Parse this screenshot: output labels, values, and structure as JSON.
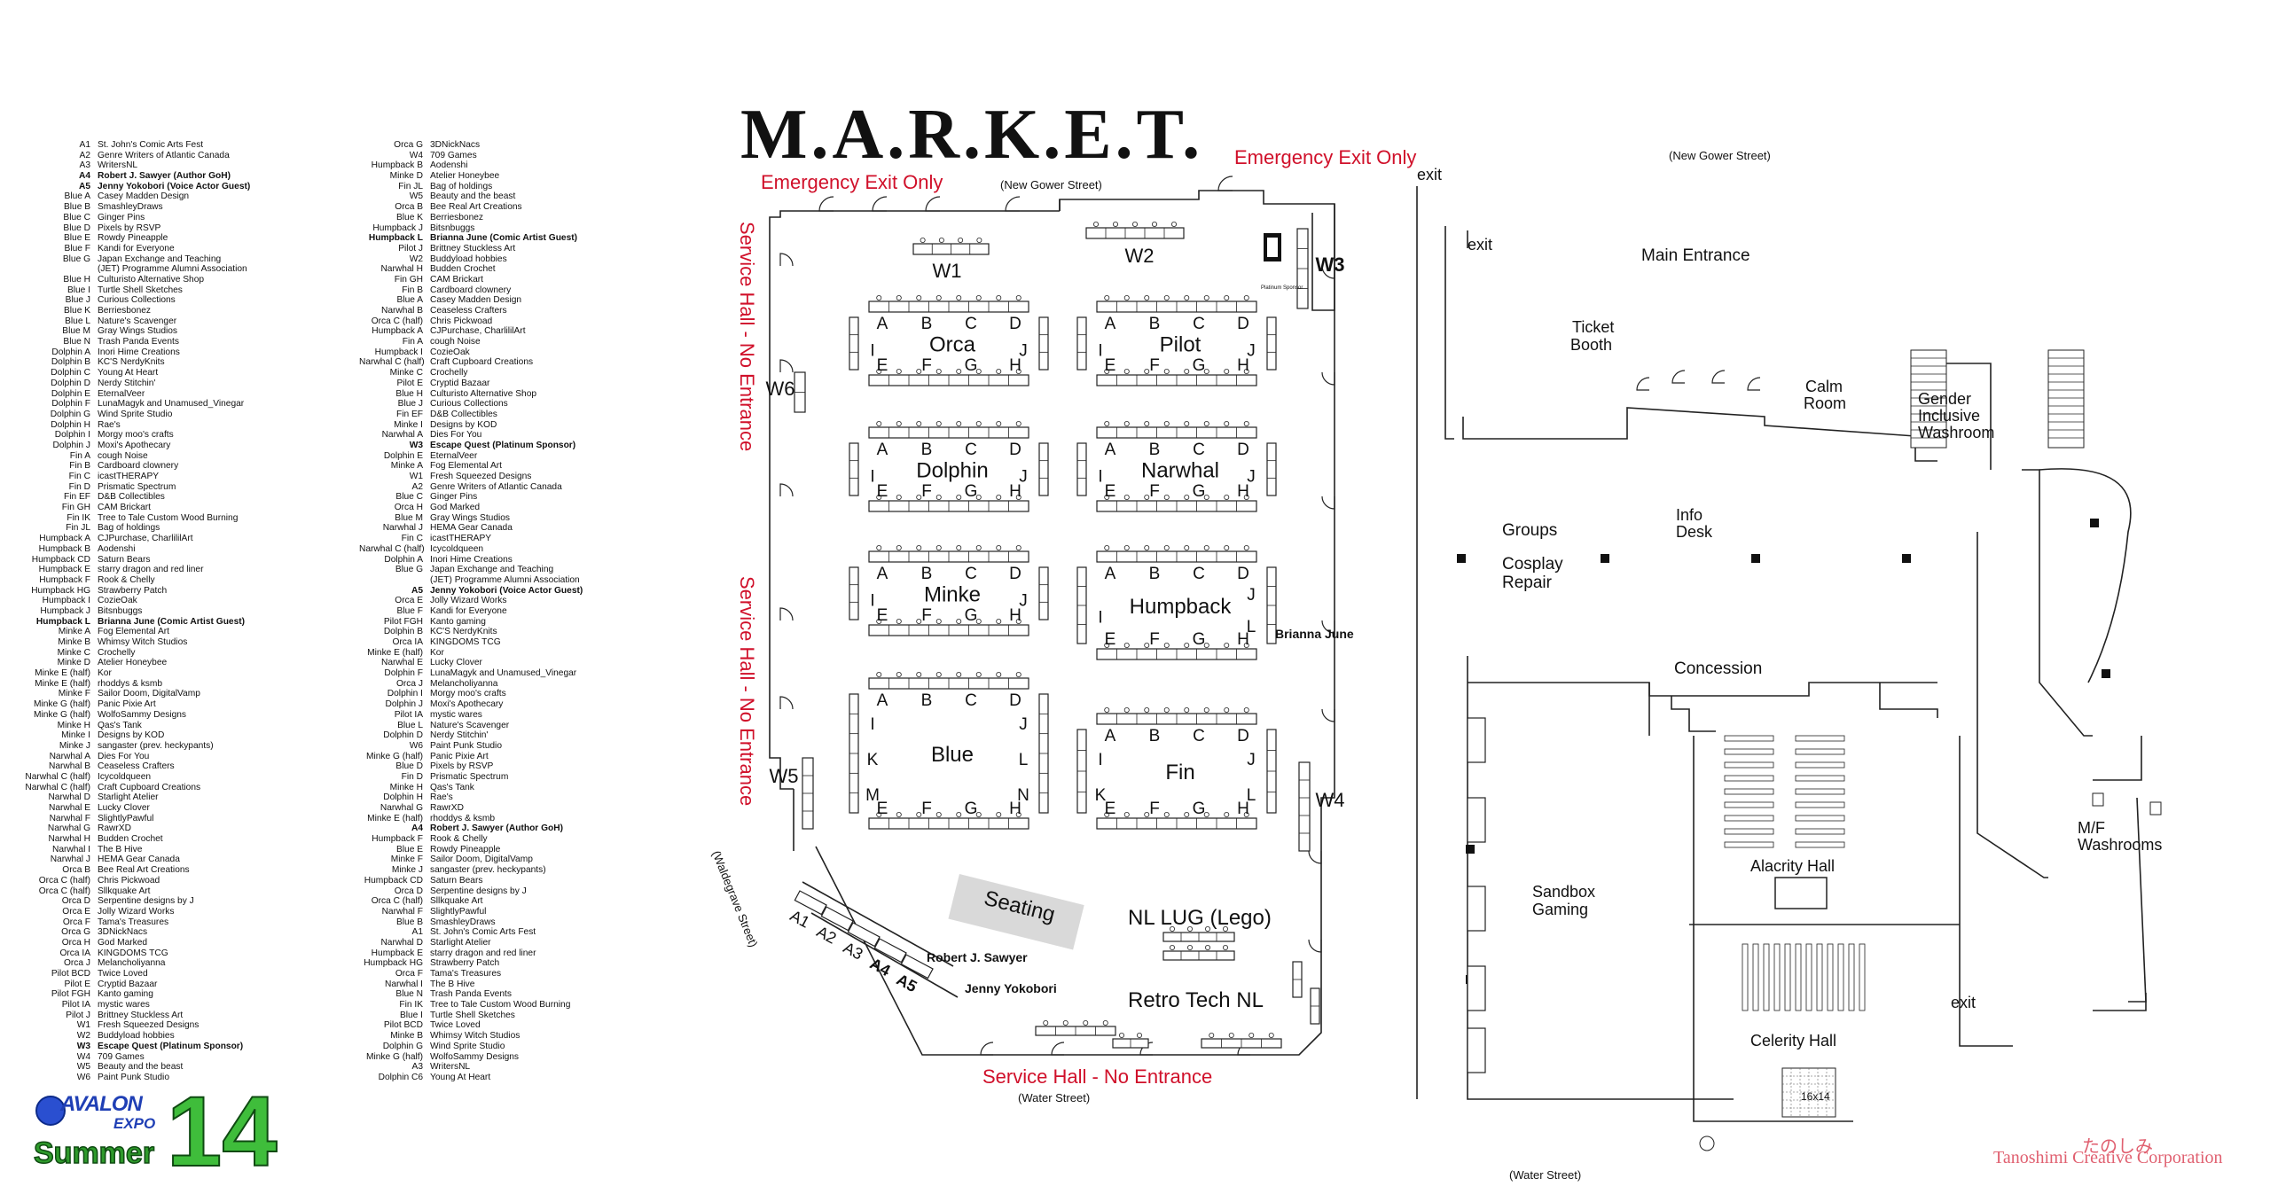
{
  "legend_left": [
    {
      "code": "A1",
      "name": "St. John's Comic Arts Fest"
    },
    {
      "code": "A2",
      "name": "Genre Writers of Atlantic Canada"
    },
    {
      "code": "A3",
      "name": "WritersNL"
    },
    {
      "code": "A4",
      "name": "Robert J. Sawyer (Author GoH)",
      "bold": true
    },
    {
      "code": "A5",
      "name": "Jenny Yokobori (Voice Actor Guest)",
      "bold": true
    },
    {
      "code": "Blue A",
      "name": "Casey Madden Design"
    },
    {
      "code": "Blue B",
      "name": "SmashleyDraws"
    },
    {
      "code": "Blue C",
      "name": "Ginger Pins"
    },
    {
      "code": "Blue D",
      "name": "Pixels by RSVP"
    },
    {
      "code": "Blue E",
      "name": "Rowdy Pineapple"
    },
    {
      "code": "Blue F",
      "name": "Kandi for Everyone"
    },
    {
      "code": "Blue G",
      "name": "Japan Exchange and Teaching"
    },
    {
      "code": "",
      "name": "(JET) Programme Alumni Association",
      "cont": true
    },
    {
      "code": "Blue H",
      "name": "Culturisto Alternative Shop"
    },
    {
      "code": "Blue I",
      "name": "Turtle Shell Sketches"
    },
    {
      "code": "Blue J",
      "name": "Curious Collections"
    },
    {
      "code": "Blue K",
      "name": "Berriesbonez"
    },
    {
      "code": "Blue L",
      "name": "Nature's Scavenger"
    },
    {
      "code": "Blue M",
      "name": "Gray Wings Studios"
    },
    {
      "code": "Blue N",
      "name": "Trash Panda Events"
    },
    {
      "code": "Dolphin A",
      "name": "Inori Hime Creations"
    },
    {
      "code": "Dolphin B",
      "name": "KC'S NerdyKnits"
    },
    {
      "code": "Dolphin C",
      "name": "Young At Heart"
    },
    {
      "code": "Dolphin D",
      "name": "Nerdy Stitchin'"
    },
    {
      "code": "Dolphin E",
      "name": "EternalVeer"
    },
    {
      "code": "Dolphin F",
      "name": "LunaMagyk and Unamused_Vinegar"
    },
    {
      "code": "Dolphin G",
      "name": "Wind Sprite Studio"
    },
    {
      "code": "Dolphin H",
      "name": "Rae's"
    },
    {
      "code": "Dolphin I",
      "name": "Morgy moo's crafts"
    },
    {
      "code": "Dolphin J",
      "name": "Moxi's Apothecary"
    },
    {
      "code": "Fin A",
      "name": "cough Noise"
    },
    {
      "code": "Fin B",
      "name": "Cardboard clownery"
    },
    {
      "code": "Fin C",
      "name": "icastTHERAPY"
    },
    {
      "code": "Fin D",
      "name": "Prismatic Spectrum"
    },
    {
      "code": "Fin EF",
      "name": "D&B Collectibles"
    },
    {
      "code": "Fin GH",
      "name": "CAM Brickart"
    },
    {
      "code": "Fin IK",
      "name": "Tree to Tale Custom Wood Burning"
    },
    {
      "code": "Fin JL",
      "name": "Bag of holdings"
    },
    {
      "code": "Humpback A",
      "name": "CJPurchase, CharlililArt"
    },
    {
      "code": "Humpback B",
      "name": "Aodenshi"
    },
    {
      "code": "Humpback CD",
      "name": "Saturn Bears"
    },
    {
      "code": "Humpback E",
      "name": "starry dragon and red liner"
    },
    {
      "code": "Humpback F",
      "name": "Rook & Chelly"
    },
    {
      "code": "Humpback HG",
      "name": "Strawberry Patch"
    },
    {
      "code": "Humpback I",
      "name": "CozieOak"
    },
    {
      "code": "Humpback J",
      "name": "Bitsnbuggs"
    },
    {
      "code": "Humpback L",
      "name": "Brianna June (Comic Artist Guest)",
      "bold": true
    },
    {
      "code": "Minke A",
      "name": "Fog Elemental Art"
    },
    {
      "code": "Minke B",
      "name": "Whimsy Witch Studios"
    },
    {
      "code": "Minke C",
      "name": "Crochelly"
    },
    {
      "code": "Minke D",
      "name": "Atelier Honeybee"
    },
    {
      "code": "Minke E (half)",
      "name": "Kor"
    },
    {
      "code": "Minke E (half)",
      "name": "rhoddys & ksmb"
    },
    {
      "code": "Minke F",
      "name": "Sailor Doom, DigitalVamp"
    },
    {
      "code": "Minke G (half)",
      "name": "Panic Pixie Art"
    },
    {
      "code": "Minke G (half)",
      "name": "WolfoSammy Designs"
    },
    {
      "code": "Minke H",
      "name": "Qas's Tank"
    },
    {
      "code": "Minke I",
      "name": "Designs by KOD"
    },
    {
      "code": "Minke J",
      "name": "sangaster (prev. heckypants)"
    },
    {
      "code": "Narwhal A",
      "name": "Dies For You"
    },
    {
      "code": "Narwhal B",
      "name": "Ceaseless Crafters"
    },
    {
      "code": "Narwhal C (half)",
      "name": "Icycoldqueen"
    },
    {
      "code": "Narwhal C (half)",
      "name": "Craft Cupboard Creations"
    },
    {
      "code": "Narwhal D",
      "name": "Starlight Atelier"
    },
    {
      "code": "Narwhal E",
      "name": "Lucky Clover"
    },
    {
      "code": "Narwhal F",
      "name": "SlightlyPawful"
    },
    {
      "code": "Narwhal G",
      "name": "RawrXD"
    },
    {
      "code": "Narwhal H",
      "name": "Budden Crochet"
    },
    {
      "code": "Narwhal I",
      "name": "The B Hive"
    },
    {
      "code": "Narwhal J",
      "name": "HEMA Gear Canada"
    },
    {
      "code": "Orca B",
      "name": "Bee Real Art Creations"
    },
    {
      "code": "Orca C (half)",
      "name": "Chris Pickwoad"
    },
    {
      "code": "Orca C (half)",
      "name": "Sllkquake Art"
    },
    {
      "code": "Orca D",
      "name": "Serpentine designs by J"
    },
    {
      "code": "Orca E",
      "name": "Jolly Wizard Works"
    },
    {
      "code": "Orca F",
      "name": "Tama's Treasures"
    },
    {
      "code": "Orca G",
      "name": "3DNickNacs"
    },
    {
      "code": "Orca H",
      "name": "God Marked"
    },
    {
      "code": "Orca IA",
      "name": "KINGDOMS TCG"
    },
    {
      "code": "Orca J",
      "name": "Melancholiyanna"
    },
    {
      "code": "Pilot BCD",
      "name": "Twice Loved"
    },
    {
      "code": "Pilot E",
      "name": "Cryptid Bazaar"
    },
    {
      "code": "Pilot FGH",
      "name": "Kanto gaming"
    },
    {
      "code": "Pilot IA",
      "name": "mystic wares"
    },
    {
      "code": "Pilot J",
      "name": "Brittney Stuckless Art"
    },
    {
      "code": "W1",
      "name": "Fresh Squeezed Designs"
    },
    {
      "code": "W2",
      "name": "Buddyload hobbies"
    },
    {
      "code": "W3",
      "name": "Escape Quest (Platinum Sponsor)",
      "bold": true
    },
    {
      "code": "W4",
      "name": "709 Games"
    },
    {
      "code": "W5",
      "name": "Beauty and the beast"
    },
    {
      "code": "W6",
      "name": "Paint Punk Studio"
    }
  ],
  "legend_right": [
    {
      "code": "Orca G",
      "name": "3DNickNacs"
    },
    {
      "code": "W4",
      "name": "709 Games"
    },
    {
      "code": "Humpback B",
      "name": "Aodenshi"
    },
    {
      "code": "Minke D",
      "name": "Atelier Honeybee"
    },
    {
      "code": "Fin JL",
      "name": "Bag of holdings"
    },
    {
      "code": "W5",
      "name": "Beauty and the beast"
    },
    {
      "code": "Orca B",
      "name": "Bee Real Art Creations"
    },
    {
      "code": "Blue K",
      "name": "Berriesbonez"
    },
    {
      "code": "Humpback J",
      "name": "Bitsnbuggs"
    },
    {
      "code": "Humpback L",
      "name": "Brianna June (Comic Artist Guest)",
      "bold": true
    },
    {
      "code": "Pilot J",
      "name": "Brittney Stuckless Art"
    },
    {
      "code": "W2",
      "name": "Buddyload hobbies"
    },
    {
      "code": "Narwhal H",
      "name": "Budden Crochet"
    },
    {
      "code": "Fin GH",
      "name": "CAM Brickart"
    },
    {
      "code": "Fin B",
      "name": "Cardboard clownery"
    },
    {
      "code": "Blue A",
      "name": "Casey Madden Design"
    },
    {
      "code": "Narwhal B",
      "name": "Ceaseless Crafters"
    },
    {
      "code": "Orca C (half)",
      "name": "Chris Pickwoad"
    },
    {
      "code": "Humpback A",
      "name": "CJPurchase, CharlililArt"
    },
    {
      "code": "Fin A",
      "name": "cough Noise"
    },
    {
      "code": "Humpback I",
      "name": "CozieOak"
    },
    {
      "code": "Narwhal C (half)",
      "name": "Craft Cupboard Creations"
    },
    {
      "code": "Minke C",
      "name": "Crochelly"
    },
    {
      "code": "Pilot E",
      "name": "Cryptid Bazaar"
    },
    {
      "code": "Blue H",
      "name": "Culturisto Alternative Shop"
    },
    {
      "code": "Blue J",
      "name": "Curious Collections"
    },
    {
      "code": "Fin EF",
      "name": "D&B Collectibles"
    },
    {
      "code": "Minke I",
      "name": "Designs by KOD"
    },
    {
      "code": "Narwhal A",
      "name": "Dies For You"
    },
    {
      "code": "W3",
      "name": "Escape Quest (Platinum Sponsor)",
      "bold": true
    },
    {
      "code": "Dolphin E",
      "name": "EternalVeer"
    },
    {
      "code": "Minke A",
      "name": "Fog Elemental Art"
    },
    {
      "code": "W1",
      "name": "Fresh Squeezed Designs"
    },
    {
      "code": "A2",
      "name": "Genre Writers of Atlantic Canada"
    },
    {
      "code": "Blue C",
      "name": "Ginger Pins"
    },
    {
      "code": "Orca H",
      "name": "God Marked"
    },
    {
      "code": "Blue M",
      "name": "Gray Wings Studios"
    },
    {
      "code": "Narwhal J",
      "name": "HEMA Gear Canada"
    },
    {
      "code": "Fin C",
      "name": "icastTHERAPY"
    },
    {
      "code": "Narwhal C (half)",
      "name": "Icycoldqueen"
    },
    {
      "code": "Dolphin A",
      "name": "Inori Hime Creations"
    },
    {
      "code": "Blue G",
      "name": "Japan Exchange and Teaching"
    },
    {
      "code": "",
      "name": "(JET) Programme Alumni Association",
      "cont": true
    },
    {
      "code": "A5",
      "name": "Jenny Yokobori (Voice Actor Guest)",
      "bold": true
    },
    {
      "code": "Orca E",
      "name": "Jolly Wizard Works"
    },
    {
      "code": "Blue F",
      "name": "Kandi for Everyone"
    },
    {
      "code": "Pilot FGH",
      "name": "Kanto gaming"
    },
    {
      "code": "Dolphin B",
      "name": "KC'S NerdyKnits"
    },
    {
      "code": "Orca IA",
      "name": "KINGDOMS TCG"
    },
    {
      "code": "Minke E (half)",
      "name": "Kor"
    },
    {
      "code": "Narwhal E",
      "name": "Lucky Clover"
    },
    {
      "code": "Dolphin F",
      "name": "LunaMagyk and Unamused_Vinegar"
    },
    {
      "code": "Orca J",
      "name": "Melancholiyanna"
    },
    {
      "code": "Dolphin I",
      "name": "Morgy moo's crafts"
    },
    {
      "code": "Dolphin J",
      "name": "Moxi's Apothecary"
    },
    {
      "code": "Pilot IA",
      "name": "mystic wares"
    },
    {
      "code": "Blue L",
      "name": "Nature's Scavenger"
    },
    {
      "code": "Dolphin D",
      "name": "Nerdy Stitchin'"
    },
    {
      "code": "W6",
      "name": "Paint Punk Studio"
    },
    {
      "code": "Minke G (half)",
      "name": "Panic Pixie Art"
    },
    {
      "code": "Blue D",
      "name": "Pixels by RSVP"
    },
    {
      "code": "Fin D",
      "name": "Prismatic Spectrum"
    },
    {
      "code": "Minke H",
      "name": "Qas's Tank"
    },
    {
      "code": "Dolphin H",
      "name": "Rae's"
    },
    {
      "code": "Narwhal G",
      "name": "RawrXD"
    },
    {
      "code": "Minke E (half)",
      "name": "rhoddys & ksmb"
    },
    {
      "code": "A4",
      "name": "Robert J. Sawyer (Author GoH)",
      "bold": true
    },
    {
      "code": "Humpback F",
      "name": "Rook & Chelly"
    },
    {
      "code": "Blue E",
      "name": "Rowdy Pineapple"
    },
    {
      "code": "Minke F",
      "name": "Sailor Doom, DigitalVamp"
    },
    {
      "code": "Minke J",
      "name": "sangaster (prev. heckypants)"
    },
    {
      "code": "Humpback CD",
      "name": "Saturn Bears"
    },
    {
      "code": "Orca D",
      "name": "Serpentine designs by J"
    },
    {
      "code": "Orca C (half)",
      "name": "Sllkquake Art"
    },
    {
      "code": "Narwhal F",
      "name": "SlightlyPawful"
    },
    {
      "code": "Blue B",
      "name": "SmashleyDraws"
    },
    {
      "code": "A1",
      "name": "St. John's Comic Arts Fest"
    },
    {
      "code": "Narwhal D",
      "name": "Starlight Atelier"
    },
    {
      "code": "Humpback E",
      "name": "starry dragon and red liner"
    },
    {
      "code": "Humpback HG",
      "name": "Strawberry Patch"
    },
    {
      "code": "Orca F",
      "name": "Tama's Treasures"
    },
    {
      "code": "Narwhal I",
      "name": "The B Hive"
    },
    {
      "code": "Blue N",
      "name": "Trash Panda Events"
    },
    {
      "code": "Fin IK",
      "name": "Tree to Tale Custom Wood Burning"
    },
    {
      "code": "Blue I",
      "name": "Turtle Shell Sketches"
    },
    {
      "code": "Pilot BCD",
      "name": "Twice Loved"
    },
    {
      "code": "Minke B",
      "name": "Whimsy Witch Studios"
    },
    {
      "code": "Dolphin G",
      "name": "Wind Sprite Studio"
    },
    {
      "code": "Minke G (half)",
      "name": "WolfoSammy Designs"
    },
    {
      "code": "A3",
      "name": "WritersNL"
    },
    {
      "code": "Dolphin C6",
      "name": "Young At Heart"
    }
  ],
  "map": {
    "title": "M.A.R.K.E.T.",
    "emergency_exit_left": "Emergency Exit Only",
    "emergency_exit_right": "Emergency Exit Only",
    "service_hall_top": "Service Hall - No Entrance",
    "service_hall_mid": "Service Hall - No Entrance",
    "service_hall_bottom": "Service Hall - No Entrance",
    "new_gower_left": "(New Gower Street)",
    "new_gower_right": "(New Gower Street)",
    "water_street_left": "(Water Street)",
    "water_street_right": "(Water Street)",
    "waldegrave": "(Waldegrave Street)",
    "exit_top": "exit",
    "exit_right": "exit",
    "exit_bottom": "exit",
    "seating": "Seating",
    "nl_lug": "NL LUG (Lego)",
    "retro_tech": "Retro Tech NL",
    "robert": "Robert J. Sawyer",
    "jenny": "Jenny Yokobori",
    "brianna": "Brianna June",
    "sponsor_text": "Platinum Sponsor",
    "rooms": {
      "main_entrance": "Main Entrance",
      "ticket_booth_1": "Ticket",
      "ticket_booth_2": "Booth",
      "calm_room_1": "Calm",
      "calm_room_2": "Room",
      "gender_1": "Gender",
      "gender_2": "Inclusive",
      "gender_3": "Washroom",
      "groups": "Groups",
      "info_1": "Info",
      "info_2": "Desk",
      "cosplay_1": "Cosplay",
      "cosplay_2": "Repair",
      "concession": "Concession",
      "sandbox_1": "Sandbox",
      "sandbox_2": "Gaming",
      "alacrity": "Alacrity Hall",
      "celerity": "Celerity Hall",
      "mf_1": "M/F",
      "mf_2": "Washrooms",
      "stage": "16x14"
    },
    "walls": {
      "W1": "W1",
      "W2": "W2",
      "W3": "W3",
      "W4": "W4",
      "W5": "W5",
      "W6": "W6"
    },
    "pods": {
      "Orca": {
        "name": "Orca",
        "top": [
          "A",
          "B",
          "C",
          "D"
        ],
        "bottom": [
          "E",
          "F",
          "G",
          "H"
        ],
        "left": [
          "I"
        ],
        "right": [
          "J"
        ]
      },
      "Pilot": {
        "name": "Pilot",
        "top": [
          "A",
          "B",
          "C",
          "D"
        ],
        "bottom": [
          "E",
          "F",
          "G",
          "H"
        ],
        "left": [
          "I"
        ],
        "right": [
          "J"
        ]
      },
      "Dolphin": {
        "name": "Dolphin",
        "top": [
          "A",
          "B",
          "C",
          "D"
        ],
        "bottom": [
          "E",
          "F",
          "G",
          "H"
        ],
        "left": [
          "I"
        ],
        "right": [
          "J"
        ]
      },
      "Narwhal": {
        "name": "Narwhal",
        "top": [
          "A",
          "B",
          "C",
          "D"
        ],
        "bottom": [
          "E",
          "F",
          "G",
          "H"
        ],
        "left": [
          "I"
        ],
        "right": [
          "J"
        ]
      },
      "Minke": {
        "name": "Minke",
        "top": [
          "A",
          "B",
          "C",
          "D"
        ],
        "bottom": [
          "E",
          "F",
          "G",
          "H"
        ],
        "left": [
          "I"
        ],
        "right": [
          "J"
        ]
      },
      "Humpback": {
        "name": "Humpback",
        "top": [
          "A",
          "B",
          "C",
          "D"
        ],
        "bottom": [
          "E",
          "F",
          "G",
          "H"
        ],
        "left": [
          "I"
        ],
        "right": [
          "J",
          "L"
        ]
      },
      "Blue": {
        "name": "Blue",
        "top": [
          "A",
          "B",
          "C",
          "D"
        ],
        "bottom": [
          "E",
          "F",
          "G",
          "H"
        ],
        "left": [
          "I",
          "K",
          "M"
        ],
        "right": [
          "J",
          "L",
          "N"
        ]
      },
      "Fin": {
        "name": "Fin",
        "top": [
          "A",
          "B",
          "C",
          "D"
        ],
        "bottom": [
          "E",
          "F",
          "G",
          "H"
        ],
        "left": [
          "I",
          "K"
        ],
        "right": [
          "J",
          "L"
        ]
      }
    },
    "stalls": [
      "A1",
      "A2",
      "A3",
      "A4",
      "A5"
    ],
    "credit_jp": "たのしみ",
    "credit": "Tanoshimi Creative Corporation"
  },
  "logo": {
    "line1": "AVALON",
    "line2": "EXPO",
    "line3": "Summer",
    "number": "14"
  }
}
